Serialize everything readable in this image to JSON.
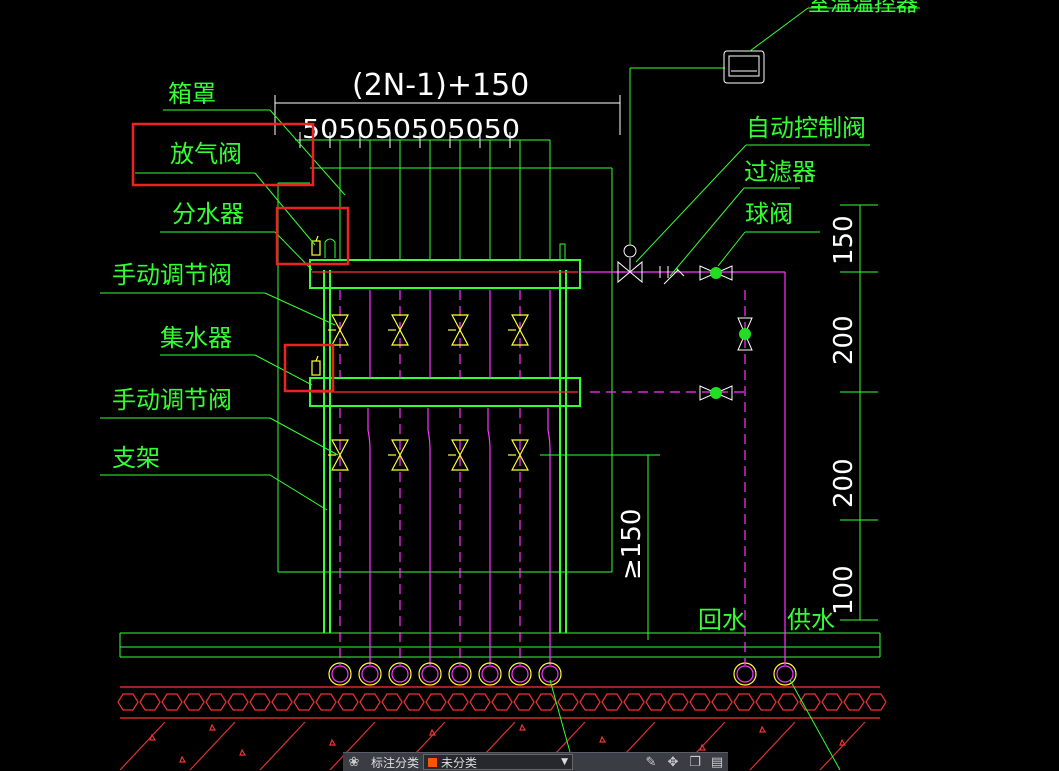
{
  "labels": {
    "top_cut": "室温温控器",
    "xiangzhao": "箱罩",
    "fangqifa": "放气阀",
    "fenshuiqi": "分水器",
    "shoudong1": "手动调节阀",
    "jishuiqi": "集水器",
    "shoudong2": "手动调节阀",
    "zhijia": "支架",
    "zidongkongzhi": "自动控制阀",
    "guolvqi": "过滤器",
    "qiufa": "球阀",
    "huishui": "回水",
    "gongshui": "供水"
  },
  "dimensions": {
    "top_total": "(2N-1)+150",
    "spacing": "505050505050",
    "vertical_top": "150",
    "vertical_mid": "200",
    "vertical_low": "200",
    "vertical_bottom": "100",
    "min_clear": "≥150"
  },
  "toolbar": {
    "label": "标注分类",
    "value": "未分类"
  },
  "colors": {
    "line": "#33ff33",
    "pipe": "#ff33ff",
    "valve": "#ffff33",
    "highlight": "#ee2222",
    "dim_text": "#ffffff"
  }
}
